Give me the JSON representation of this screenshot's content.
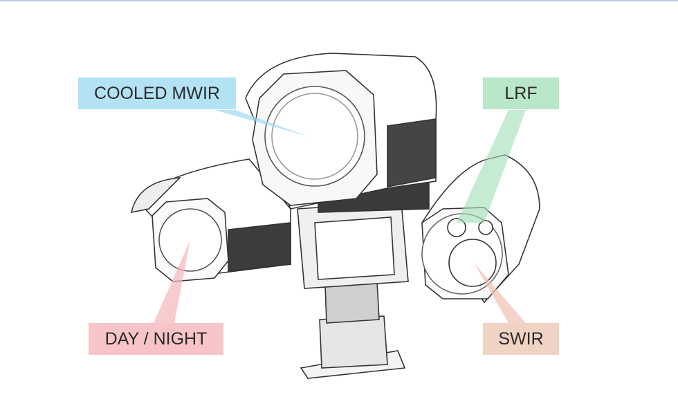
{
  "labels": {
    "cooled_mwir": "COOLED MWIR",
    "lrf": "LRF",
    "day_night": "DAY / NIGHT",
    "swir": "SWIR"
  },
  "colors": {
    "cooled_mwir": "#b3e2f4",
    "lrf": "#b8e8c8",
    "day_night": "#f7c4c8",
    "swir": "#f1d3c6"
  }
}
